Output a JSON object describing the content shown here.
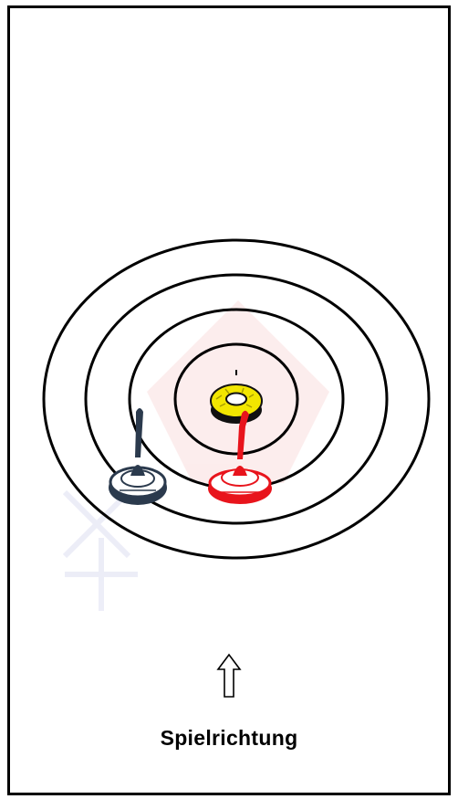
{
  "diagram": {
    "label": "Spielrichtung",
    "colors": {
      "rings": "#000000",
      "target_ring": "#f2e600",
      "red_stock": "#e8141c",
      "blue_stock": "#2b3a4d"
    },
    "icons": {
      "arrow": "up-arrow-icon",
      "target": "yellow-ring-target",
      "red": "curling-stock-red",
      "blue": "curling-stock-blue"
    }
  }
}
